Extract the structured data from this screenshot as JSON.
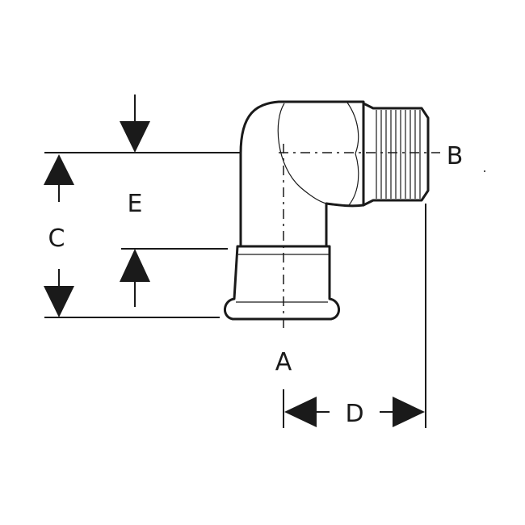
{
  "labels": {
    "a": "A",
    "b": "B",
    "c": "C",
    "d": "D",
    "e": "E"
  },
  "colors": {
    "line": "#1a1a1a",
    "background": "#ffffff"
  }
}
